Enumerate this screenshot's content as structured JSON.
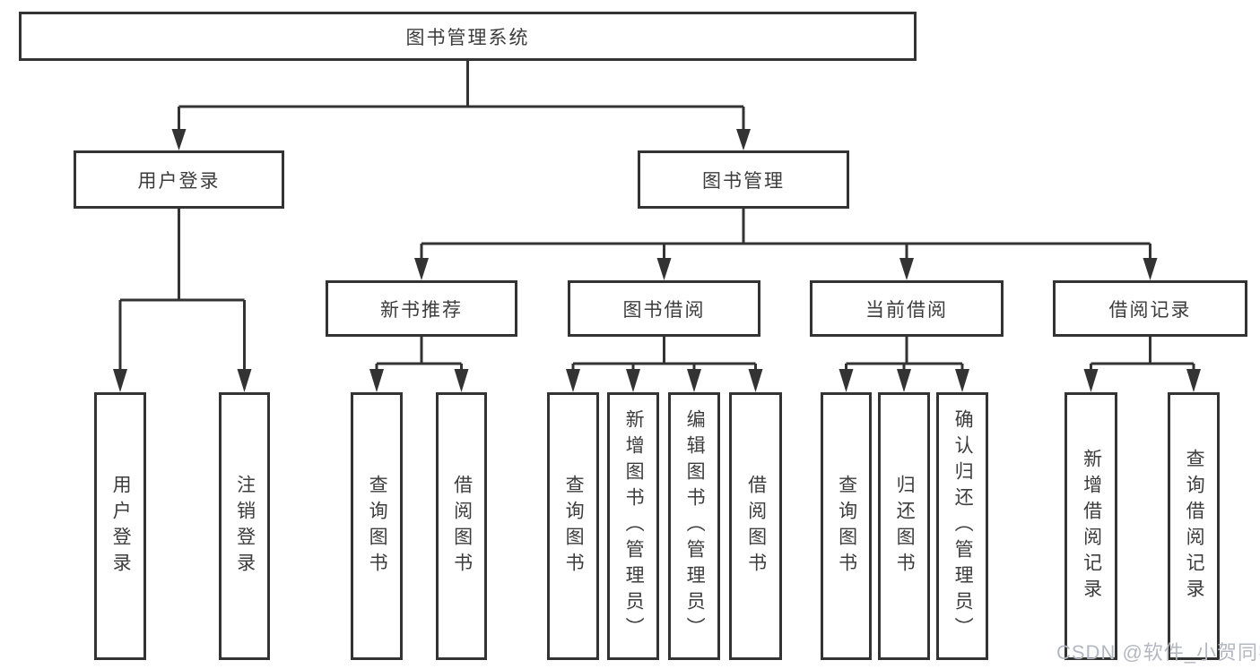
{
  "page": {
    "background": "#ffffff"
  },
  "colors": {
    "line": "#333333",
    "box-bg": "#ffffff",
    "text": "#3c3c3c",
    "watermark": "#b3b8c0",
    "background": "#ffffff"
  },
  "tree": {
    "root": {
      "label": "图书管理系统",
      "children": [
        {
          "label": "用户登录",
          "children": [
            {
              "label": "用户登录"
            },
            {
              "label": "注销登录"
            }
          ]
        },
        {
          "label": "图书管理",
          "children": [
            {
              "label": "新书推荐",
              "children": [
                {
                  "label": "查询图书"
                },
                {
                  "label": "借阅图书"
                }
              ]
            },
            {
              "label": "图书借阅",
              "children": [
                {
                  "label": "查询图书"
                },
                {
                  "label": "新增图书（管理员）"
                },
                {
                  "label": "编辑图书（管理员）"
                },
                {
                  "label": "借阅图书"
                }
              ]
            },
            {
              "label": "当前借阅",
              "children": [
                {
                  "label": "查询图书"
                },
                {
                  "label": "归还图书"
                },
                {
                  "label": "确认归还（管理员）"
                }
              ]
            },
            {
              "label": "借阅记录",
              "children": [
                {
                  "label": "新增借阅记录"
                },
                {
                  "label": "查询借阅记录"
                }
              ]
            }
          ]
        }
      ]
    }
  },
  "watermark": {
    "text": "CSDN @软件_小贺同学"
  }
}
